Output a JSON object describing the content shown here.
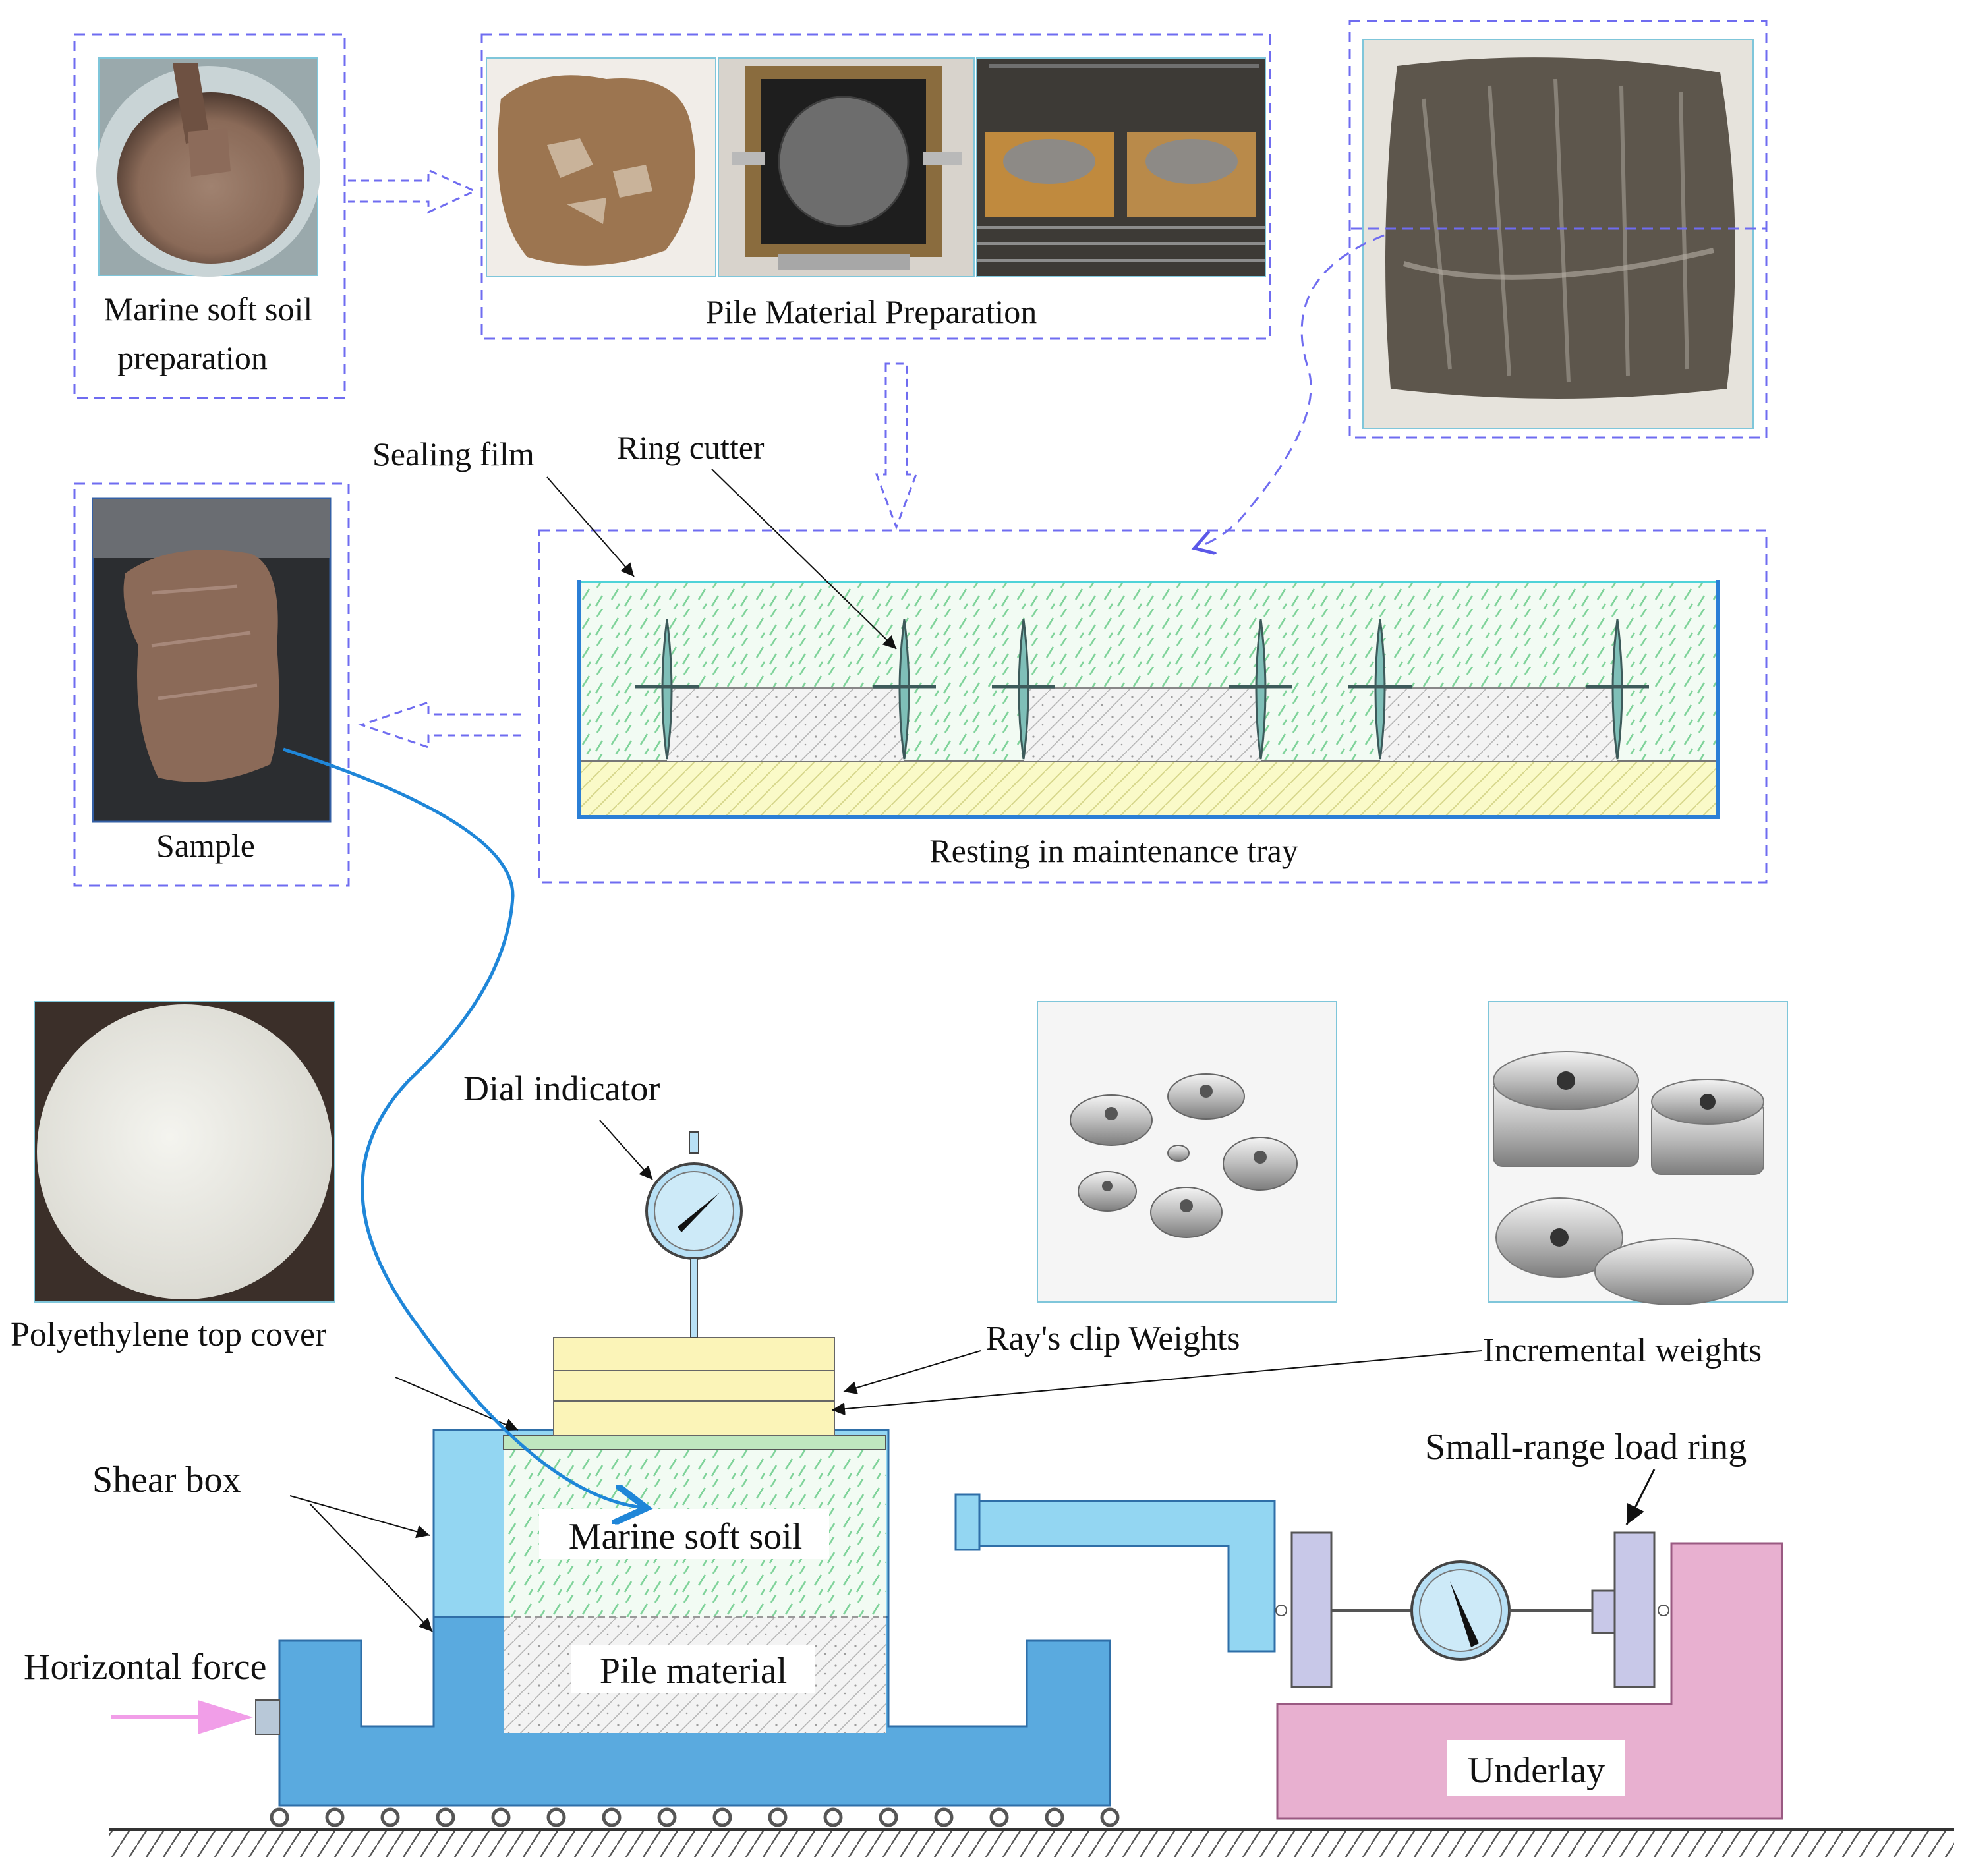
{
  "labels": {
    "marine_prep_line1": "Marine soft soil",
    "marine_prep_line2": "preparation",
    "pile_prep": "Pile  Material Preparation",
    "sealing_film": "Sealing film",
    "ring_cutter": "Ring cutter",
    "sample": "Sample",
    "resting_tray": "Resting in maintenance tray",
    "dial_indicator": "Dial indicator",
    "polyethylene_cover": "Polyethylene top cover",
    "rays_clip_weights": "Ray's clip Weights",
    "incremental_weights": "Incremental weights",
    "small_range_load_ring": "Small-range load ring",
    "shear_box": "Shear box",
    "marine_soft_soil": "Marine soft soil",
    "pile_material": "Pile material",
    "horizontal_force": "Horizontal force",
    "underlay": "Underlay"
  },
  "colors": {
    "dash_frame": "#6f6cf0",
    "soil_hatch_green": "#7fd39a",
    "soil_bg": "#eef9ee",
    "pile_hatch_gray": "#a8a8a8",
    "sand_yellow": "#f5f5bf",
    "shear_upper": "#93d6f2",
    "shear_lower": "#5aaadf",
    "underlay_pink": "#e8b0d0",
    "load_plate_lavender": "#c8c8e8",
    "weights_yellow": "#fbf4b8",
    "force_arrow_pink": "#f19ee8",
    "sample_curve_blue": "#1f86d8",
    "tray_border_blue": "#2b7fd6"
  },
  "photos": [
    {
      "name": "marine-soil-bowl-photo"
    },
    {
      "name": "pile-material-mixture-photo"
    },
    {
      "name": "pile-mold-photo"
    },
    {
      "name": "curing-chamber-photo"
    },
    {
      "name": "wrapped-specimen-photo"
    },
    {
      "name": "cylindrical-sample-photo"
    },
    {
      "name": "polyethylene-disc-photo"
    },
    {
      "name": "rays-clip-weights-photo"
    },
    {
      "name": "incremental-weights-photo"
    }
  ]
}
